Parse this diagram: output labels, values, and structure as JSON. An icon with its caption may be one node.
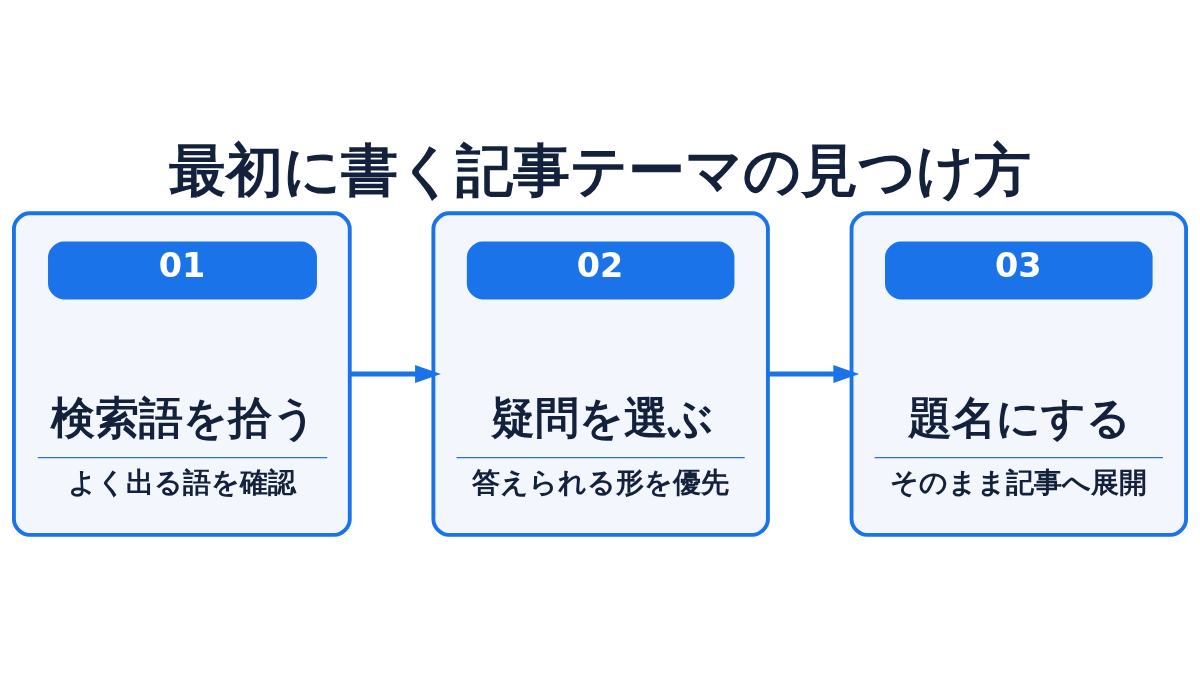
{
  "diagram": {
    "title": "最初に書く記事テーマの見つけ方",
    "nodes": [
      {
        "text": [
          "01",
          "検索語を拾う",
          "よく出る語を確認"
        ]
      },
      {
        "text": [
          "02",
          "疑問を選ぶ",
          "答えられる形を優先"
        ]
      },
      {
        "text": [
          "03",
          "題名にする",
          "そのまま記事へ展開"
        ]
      }
    ],
    "edges": [
      {
        "from": 0,
        "to": 1,
        "arrow": "to"
      },
      {
        "from": 1,
        "to": 2,
        "arrow": "to"
      }
    ]
  }
}
